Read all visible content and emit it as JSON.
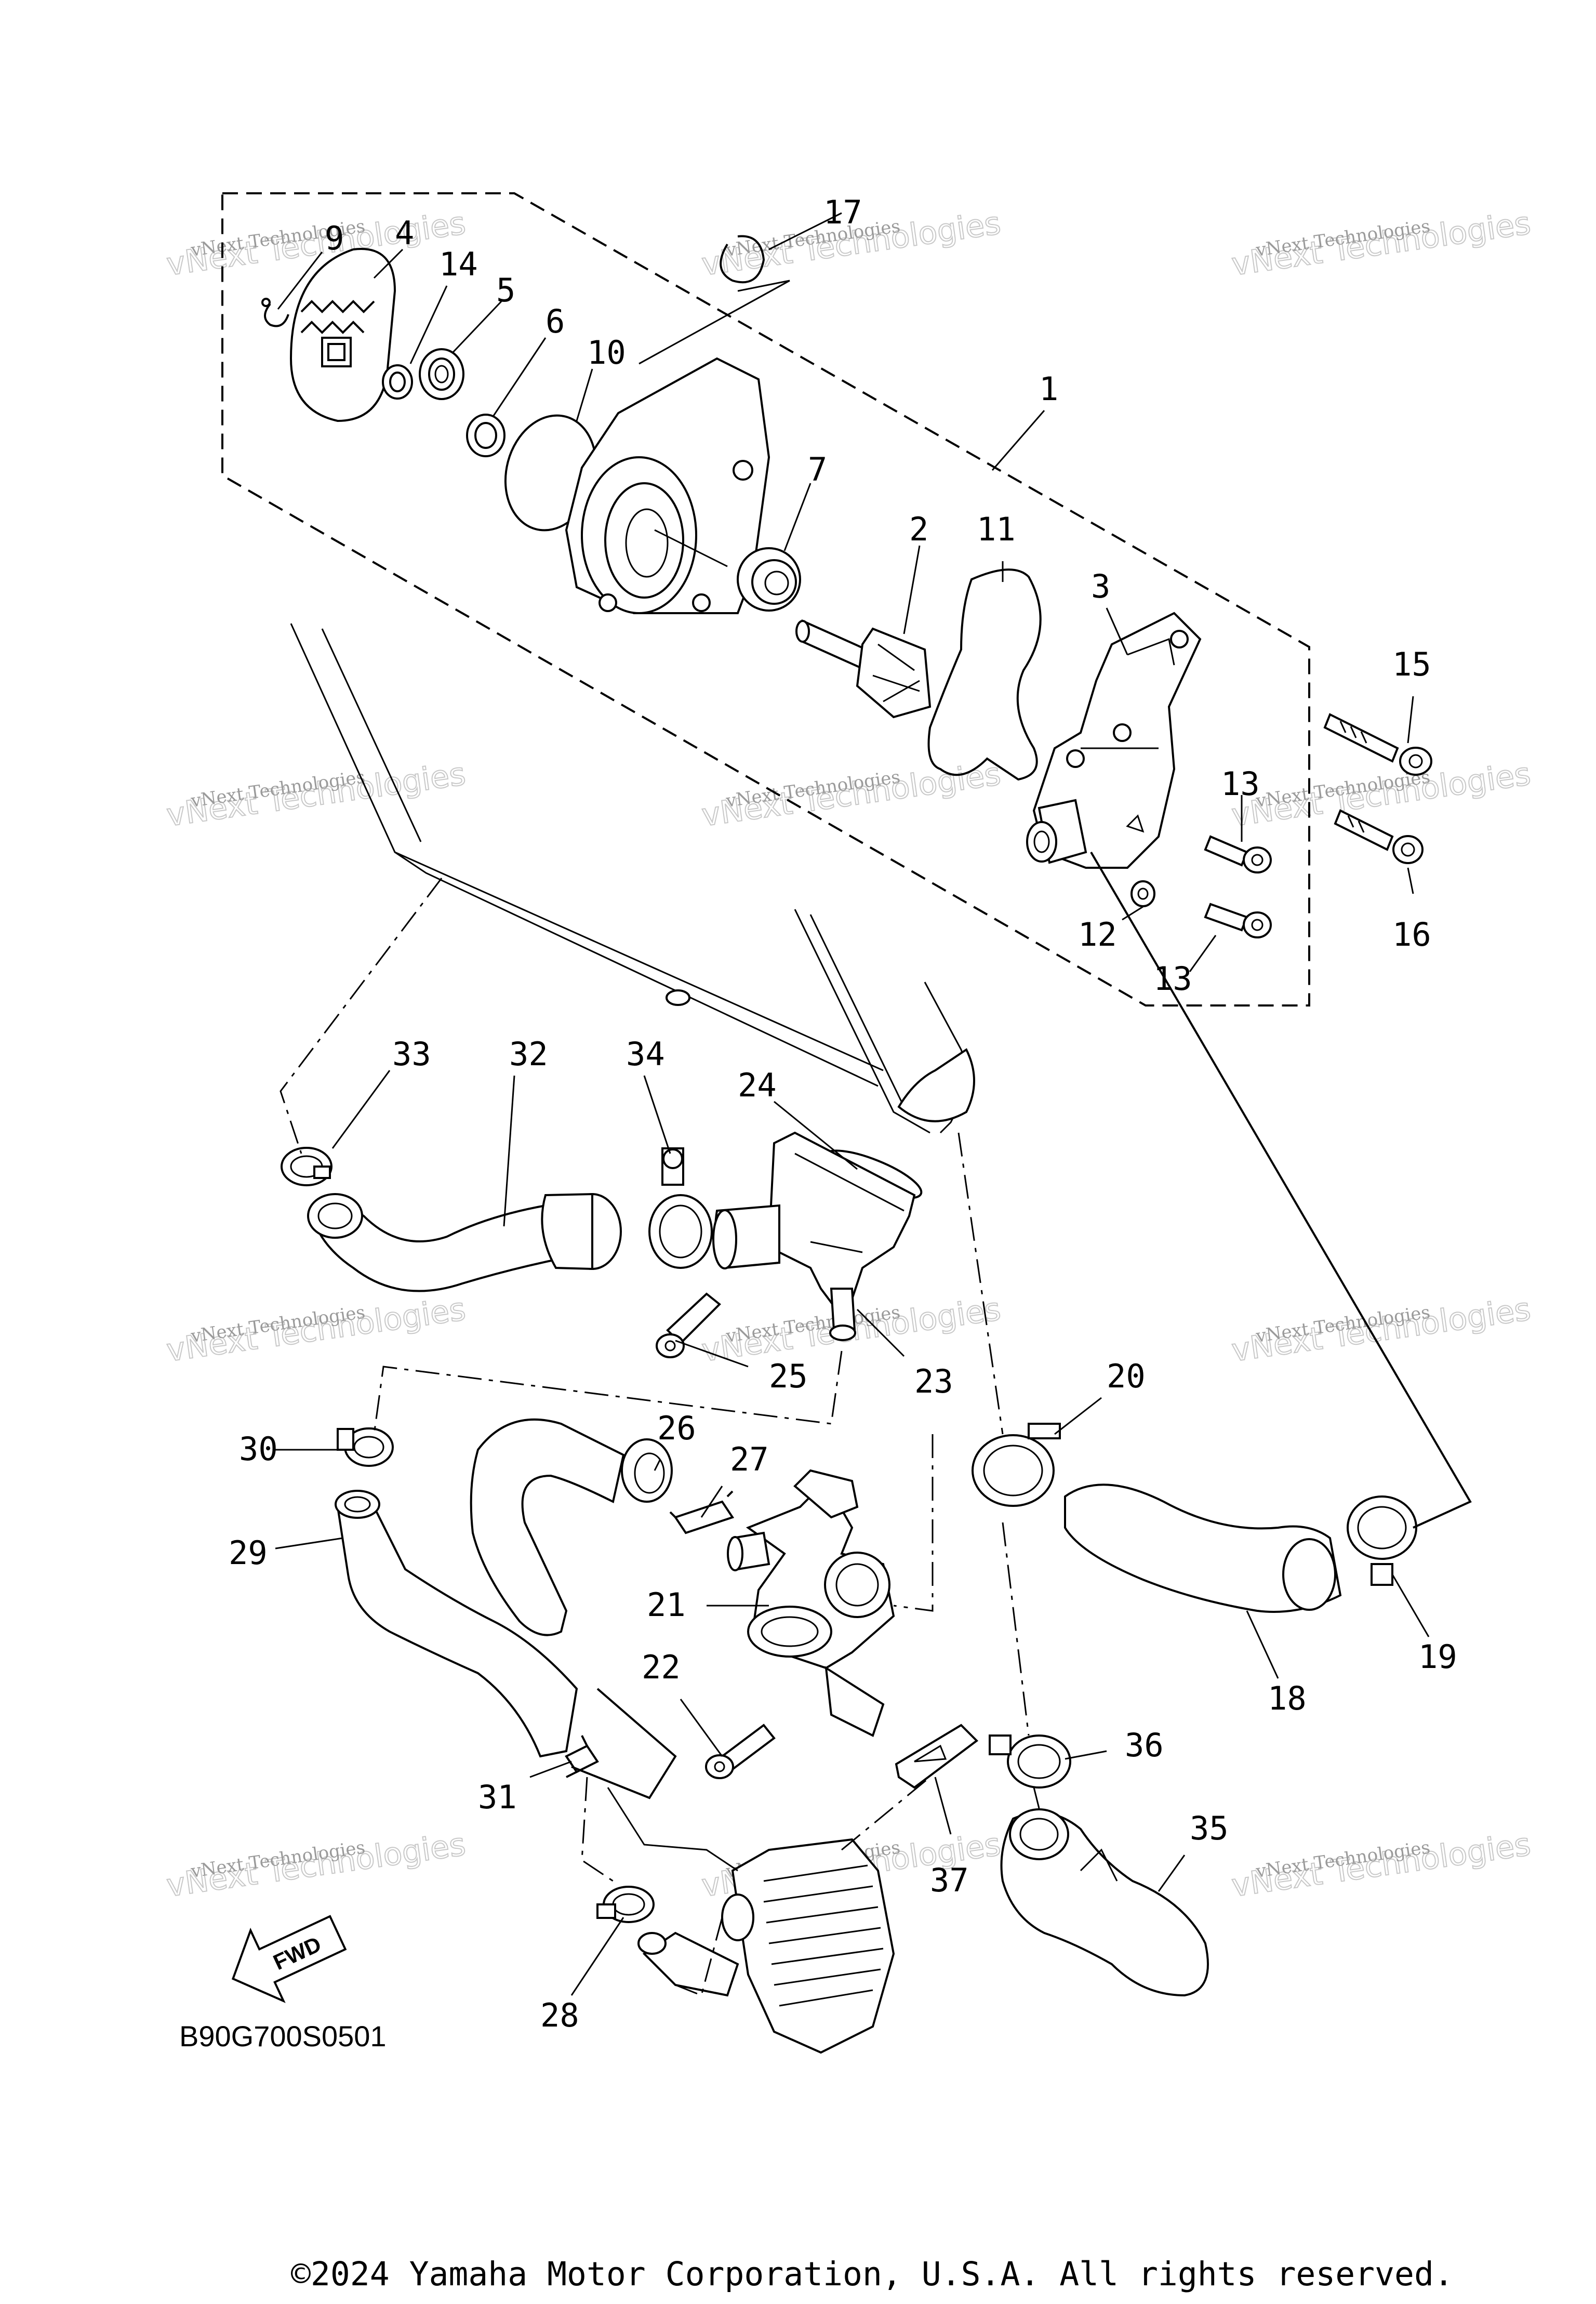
{
  "diagram_code": "B90G700S0501",
  "copyright": "©2024 Yamaha Motor Corporation, U.S.A. All rights reserved.",
  "fwd_label": "FWD",
  "watermark": {
    "line1": "vNext Technologies",
    "line2": "vNext Technologies"
  },
  "callouts": [
    {
      "id": "c1",
      "label": "1"
    },
    {
      "id": "c2",
      "label": "2"
    },
    {
      "id": "c3",
      "label": "3"
    },
    {
      "id": "c4",
      "label": "4"
    },
    {
      "id": "c5",
      "label": "5"
    },
    {
      "id": "c6",
      "label": "6"
    },
    {
      "id": "c7",
      "label": "7"
    },
    {
      "id": "c9",
      "label": "9"
    },
    {
      "id": "c10",
      "label": "10"
    },
    {
      "id": "c11",
      "label": "11"
    },
    {
      "id": "c12",
      "label": "12"
    },
    {
      "id": "c13a",
      "label": "13"
    },
    {
      "id": "c13b",
      "label": "13"
    },
    {
      "id": "c14",
      "label": "14"
    },
    {
      "id": "c15",
      "label": "15"
    },
    {
      "id": "c16",
      "label": "16"
    },
    {
      "id": "c17",
      "label": "17"
    },
    {
      "id": "c18",
      "label": "18"
    },
    {
      "id": "c19",
      "label": "19"
    },
    {
      "id": "c20",
      "label": "20"
    },
    {
      "id": "c21",
      "label": "21"
    },
    {
      "id": "c22",
      "label": "22"
    },
    {
      "id": "c23",
      "label": "23"
    },
    {
      "id": "c24",
      "label": "24"
    },
    {
      "id": "c25",
      "label": "25"
    },
    {
      "id": "c26",
      "label": "26"
    },
    {
      "id": "c27",
      "label": "27"
    },
    {
      "id": "c28",
      "label": "28"
    },
    {
      "id": "c29",
      "label": "29"
    },
    {
      "id": "c30",
      "label": "30"
    },
    {
      "id": "c31",
      "label": "31"
    },
    {
      "id": "c32",
      "label": "32"
    },
    {
      "id": "c33",
      "label": "33"
    },
    {
      "id": "c34",
      "label": "34"
    },
    {
      "id": "c35",
      "label": "35"
    },
    {
      "id": "c36",
      "label": "36"
    },
    {
      "id": "c37",
      "label": "37"
    }
  ]
}
